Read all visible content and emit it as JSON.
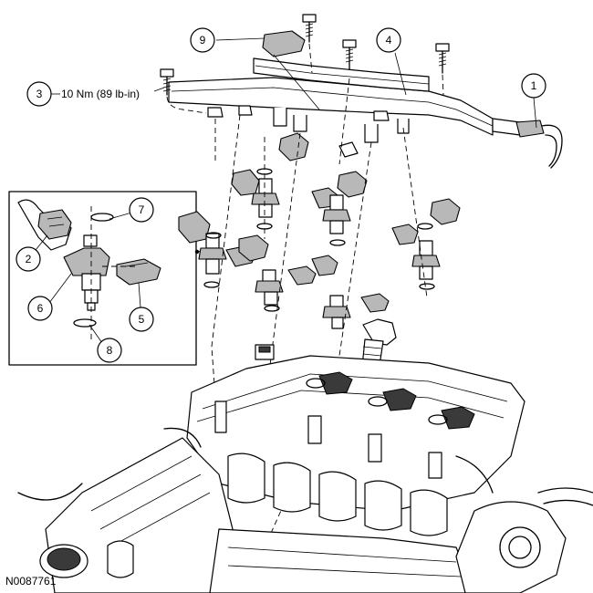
{
  "figure": {
    "id": "N0087761"
  },
  "callouts": [
    {
      "number": "1"
    },
    {
      "number": "2"
    },
    {
      "number": "3"
    },
    {
      "number": "4"
    },
    {
      "number": "5"
    },
    {
      "number": "6"
    },
    {
      "number": "7"
    },
    {
      "number": "8"
    },
    {
      "number": "9"
    }
  ],
  "torque_spec": {
    "text": "10 Nm (89 lb-in)"
  }
}
